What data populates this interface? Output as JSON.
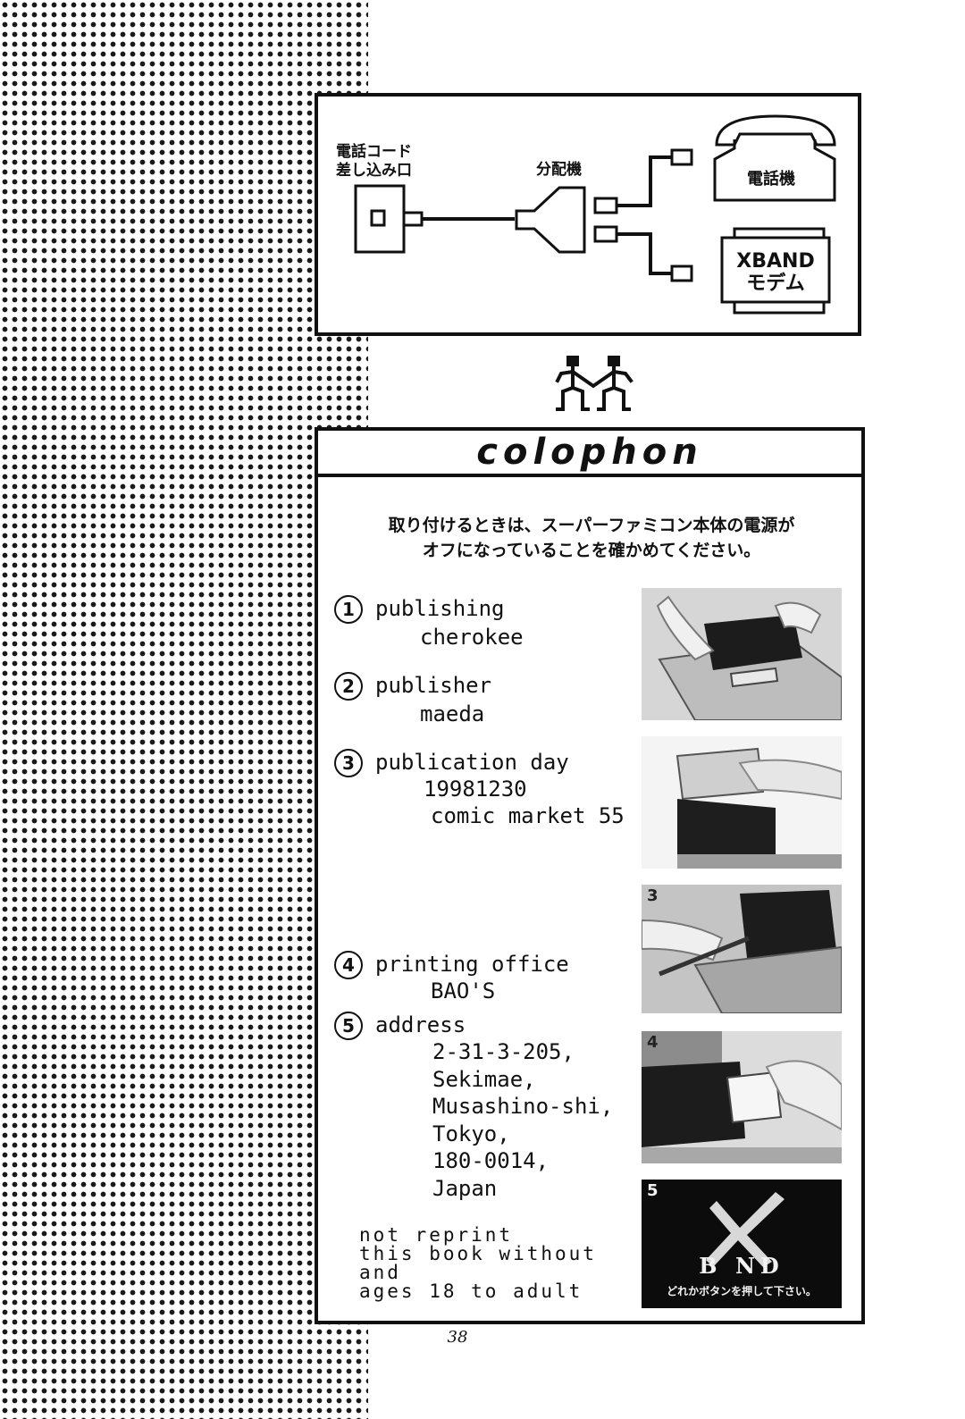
{
  "diagram": {
    "jack_label_line1": "電話コード",
    "jack_label_line2": "差し込み口",
    "splitter_label": "分配機",
    "phone_label": "電話機",
    "modem_label_line1": "XBAND",
    "modem_label_line2": "モデム"
  },
  "colophon": {
    "title": "COLOPHON",
    "notice_line1": "取り付けるときは、スーパーファミコン本体の電源が",
    "notice_line2": "オフになっていることを確かめてください。",
    "entries": [
      {
        "number": "1",
        "heading": "publishing",
        "values": [
          "cherokee"
        ]
      },
      {
        "number": "2",
        "heading": "publisher",
        "values": [
          "maeda"
        ]
      },
      {
        "number": "3",
        "heading": "publication day",
        "values": [
          "19981230",
          "comic market 55"
        ]
      },
      {
        "number": "4",
        "heading": "printing office",
        "values": [
          "BAO'S"
        ]
      },
      {
        "number": "5",
        "heading": "address",
        "values": [
          "2-31-3-205,",
          "Sekimae,",
          "Musashino-shi,",
          "Tokyo,",
          "180-0014,",
          "Japan"
        ]
      }
    ],
    "disclaimer": [
      "not reprint",
      "this book without",
      "and",
      "ages 18 to adult"
    ],
    "photos": {
      "photo3_number": "3",
      "photo4_number": "4",
      "photo5_number": "5",
      "screen_logo": "B ND",
      "screen_caption": "どれかボタンを押して下さい。"
    }
  },
  "page_number": "38"
}
